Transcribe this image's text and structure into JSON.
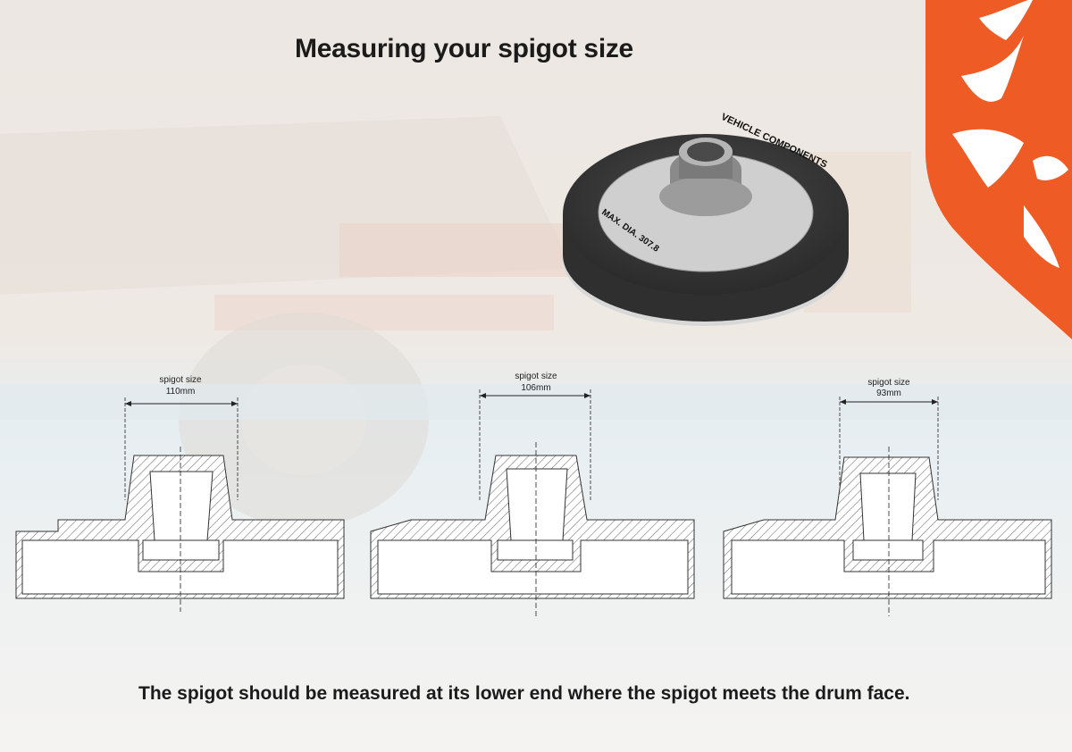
{
  "title": "Measuring your spigot size",
  "caption": "The spigot should be measured at its lower end where the spigot meets the drum face.",
  "drum_image": {
    "text_top": "VEHICLE COMPONENTS",
    "text_bottom": "MAX. DIA. 307.8"
  },
  "sections": [
    {
      "label": "spigot size",
      "value": "110mm"
    },
    {
      "label": "spigot size",
      "value": "106mm"
    },
    {
      "label": "spigot size",
      "value": "93mm"
    }
  ],
  "colors": {
    "brand_orange": "#ef5b24",
    "drum_dark": "#3a3a3a",
    "drum_face": "#c9c9c9",
    "hatch": "#6f6f6f"
  },
  "icons": {
    "logo": "stag-head-logo"
  }
}
